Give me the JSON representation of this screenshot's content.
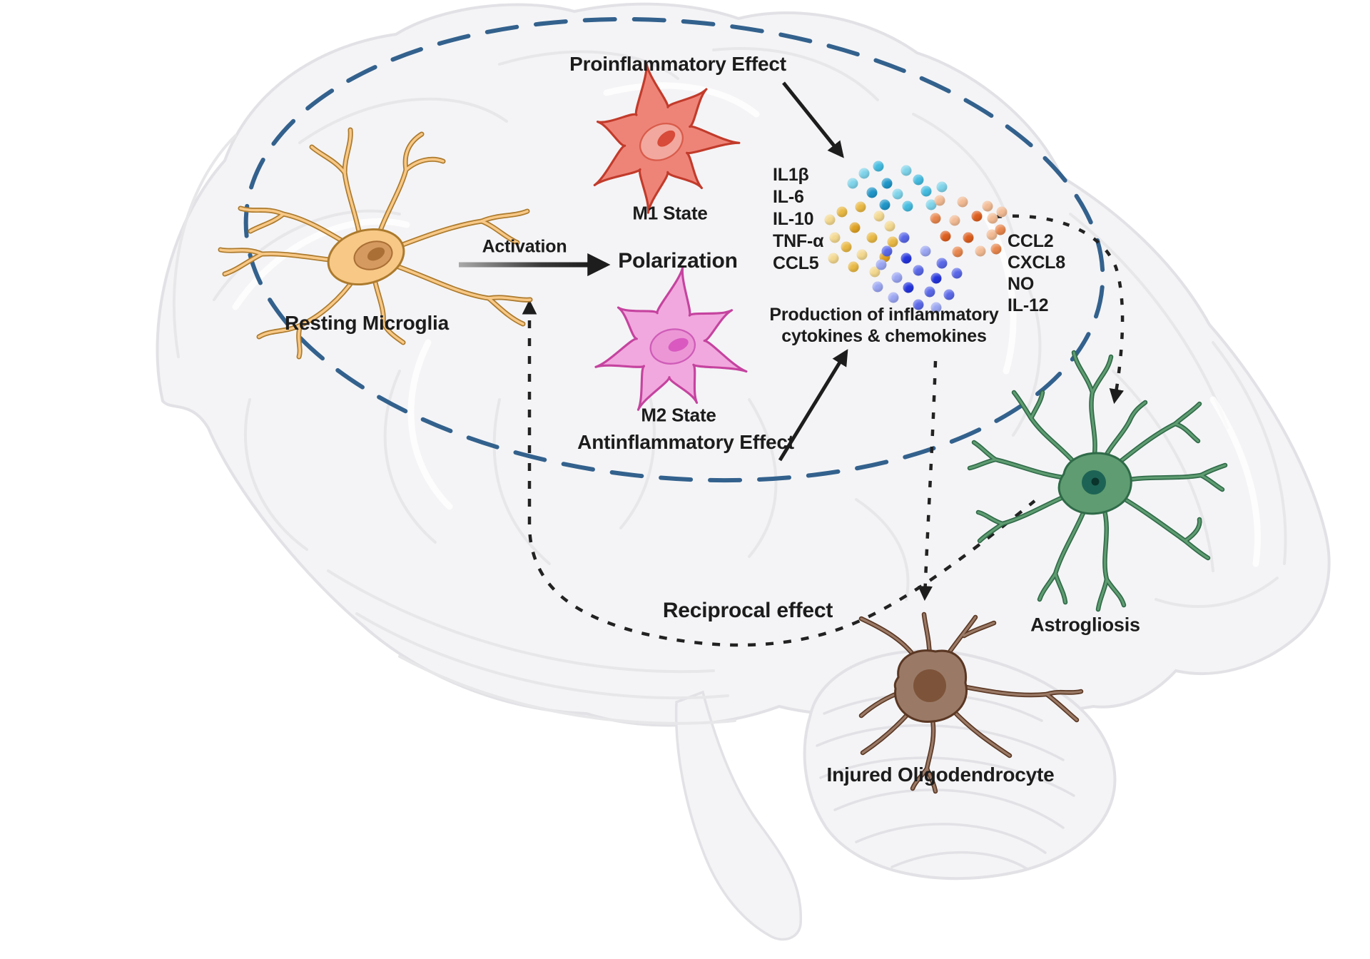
{
  "figure": {
    "labels": {
      "proinflammatory": "Proinflammatory Effect",
      "m1_state": "M1 State",
      "polarization": "Polarization",
      "activation": "Activation",
      "resting_microglia": "Resting Microglia",
      "m2_state": "M2 State",
      "antiinflammatory": "Antinflammatory Effect",
      "production_line1": "Production of inflammatory",
      "production_line2": "cytokines & chemokines",
      "reciprocal": "Reciprocal effect",
      "astrogliosis": "Astrogliosis",
      "injured_oligodendrocyte": "Injured Oligodendrocyte"
    },
    "cytokines_m1": [
      "IL1β",
      "IL-6",
      "IL-10",
      "TNF-α",
      "CCL5"
    ],
    "mediators_right": [
      "CCL2",
      "CXCL8",
      "NO",
      "IL-12"
    ]
  },
  "colors": {
    "ink": "#1c1c1c",
    "brain_fill": "#f4f4f6",
    "brain_line": "#e2e2e6",
    "brain_gyri": "#e7e7ea",
    "ellipse_blue": "#33618d",
    "rest_fill": "#f7c886",
    "rest_stroke": "#ac7a2d",
    "rest_nuc1": "#d49a5f",
    "rest_nuc2": "#aa6f35",
    "m1_fill": "#ee8478",
    "m1_stroke": "#c23b2b",
    "m1_nuc1": "#f2a89e",
    "m1_nucs": "#d95c4b",
    "m1_nuc2": "#d84a39",
    "m2_fill": "#f1a8de",
    "m2_stroke": "#c5439f",
    "m2_nuc1": "#ec96d6",
    "m2_nucs": "#cf5cb8",
    "m2_nuc2": "#d959c0",
    "astro_fill": "#5f9c71",
    "astro_stroke": "#2f6a48",
    "astro_nuc": "#1d6355",
    "astro_nuc_dot": "#0a332c",
    "oligo_fill": "#9a7a67",
    "oligo_stroke": "#5a3723",
    "oligo_nuc": "#7d5439"
  },
  "dots": {
    "colors": {
      "c1": "#7fd4ea",
      "c2": "#45bce0",
      "c3": "#1f96c8",
      "g1": "#f3d88f",
      "g2": "#e9b945",
      "g3": "#dfa224",
      "o1": "#f2bb94",
      "o2": "#e8874e",
      "o3": "#dd5f1f",
      "b1": "#9ba6f2",
      "b2": "#5a68e8",
      "b3": "#2434dd"
    },
    "points": [
      [
        1231,
        233,
        "c2"
      ],
      [
        1211,
        243,
        "c1"
      ],
      [
        1270,
        239,
        "c1"
      ],
      [
        1195,
        257,
        "c1"
      ],
      [
        1243,
        257,
        "c3"
      ],
      [
        1287,
        252,
        "c2"
      ],
      [
        1222,
        270,
        "c3"
      ],
      [
        1258,
        272,
        "c1"
      ],
      [
        1298,
        268,
        "c2"
      ],
      [
        1320,
        262,
        "c1"
      ],
      [
        1240,
        287,
        "c3"
      ],
      [
        1272,
        289,
        "c2"
      ],
      [
        1305,
        287,
        "c1"
      ],
      [
        1206,
        290,
        "g2"
      ],
      [
        1180,
        297,
        "g2"
      ],
      [
        1163,
        308,
        "g1"
      ],
      [
        1232,
        303,
        "g1"
      ],
      [
        1198,
        319,
        "g3"
      ],
      [
        1247,
        317,
        "g1"
      ],
      [
        1170,
        333,
        "g1"
      ],
      [
        1222,
        333,
        "g2"
      ],
      [
        1251,
        339,
        "g2"
      ],
      [
        1186,
        346,
        "g2"
      ],
      [
        1208,
        357,
        "g1"
      ],
      [
        1240,
        360,
        "g3"
      ],
      [
        1168,
        362,
        "g1"
      ],
      [
        1196,
        374,
        "g2"
      ],
      [
        1226,
        381,
        "g1"
      ],
      [
        1317,
        281,
        "o1"
      ],
      [
        1349,
        283,
        "o1"
      ],
      [
        1384,
        289,
        "o1"
      ],
      [
        1311,
        306,
        "o2"
      ],
      [
        1338,
        309,
        "o1"
      ],
      [
        1369,
        303,
        "o3"
      ],
      [
        1391,
        306,
        "o1"
      ],
      [
        1404,
        297,
        "o1"
      ],
      [
        1325,
        331,
        "o3"
      ],
      [
        1357,
        333,
        "o3"
      ],
      [
        1390,
        329,
        "o1"
      ],
      [
        1402,
        322,
        "o2"
      ],
      [
        1342,
        353,
        "o2"
      ],
      [
        1374,
        352,
        "o1"
      ],
      [
        1396,
        349,
        "o2"
      ],
      [
        1267,
        333,
        "b2"
      ],
      [
        1243,
        352,
        "b2"
      ],
      [
        1297,
        352,
        "b1"
      ],
      [
        1270,
        362,
        "b3"
      ],
      [
        1235,
        371,
        "b1"
      ],
      [
        1320,
        369,
        "b2"
      ],
      [
        1287,
        379,
        "b2"
      ],
      [
        1257,
        389,
        "b1"
      ],
      [
        1312,
        390,
        "b3"
      ],
      [
        1341,
        383,
        "b2"
      ],
      [
        1230,
        402,
        "b1"
      ],
      [
        1273,
        403,
        "b3"
      ],
      [
        1303,
        409,
        "b2"
      ],
      [
        1252,
        417,
        "b1"
      ],
      [
        1330,
        413,
        "b2"
      ],
      [
        1287,
        427,
        "b2"
      ],
      [
        1312,
        431,
        "b1"
      ]
    ]
  }
}
